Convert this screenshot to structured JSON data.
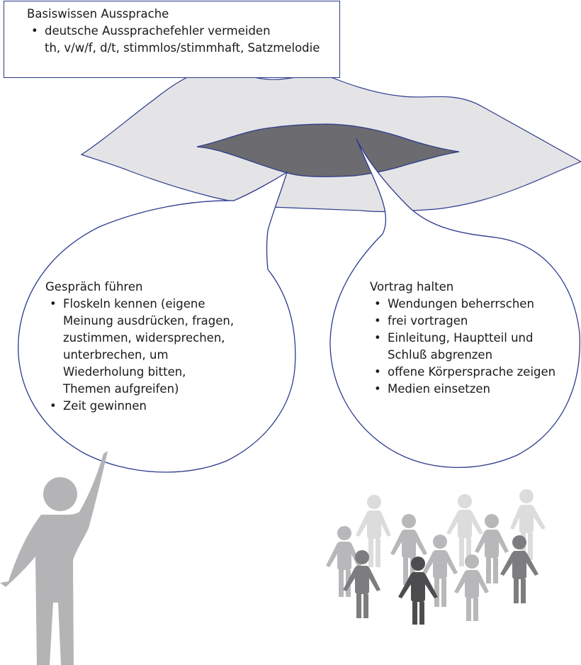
{
  "top_box": {
    "title": "Basiswissen Aussprache",
    "items": [
      {
        "lines": [
          "deutsche Aussprachefehler vermeiden",
          "th, v/w/f, d/t, stimmlos/stimmhaft, Satzmelodie"
        ]
      }
    ]
  },
  "left_bubble": {
    "title": "Gespräch führen",
    "items": [
      {
        "lines": [
          "Floskeln kennen (eigene",
          "Meinung ausdrücken, fragen,",
          "zustimmen, widersprechen,",
          "unterbrechen, um",
          "Wiederholung bitten,",
          "Themen aufgreifen)"
        ]
      },
      {
        "lines": [
          "Zeit gewinnen"
        ]
      }
    ]
  },
  "right_bubble": {
    "title": "Vortrag halten",
    "items": [
      {
        "lines": [
          "Wendungen beherrschen"
        ]
      },
      {
        "lines": [
          "frei vortragen"
        ]
      },
      {
        "lines": [
          "Einleitung, Hauptteil und",
          "Schluß abgrenzen"
        ]
      },
      {
        "lines": [
          "offene Körpersprache zeigen"
        ]
      },
      {
        "lines": [
          "Medien einsetzen"
        ]
      }
    ]
  },
  "colors": {
    "outline": "#2c3a8c",
    "lips": "#e4e4e6",
    "mouth": "#6b6b70",
    "speaker": "#b4b4b6"
  }
}
